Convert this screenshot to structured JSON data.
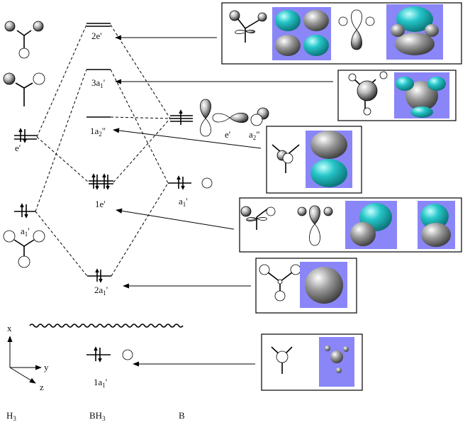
{
  "columns": {
    "left": "H",
    "left_sub": "3",
    "middle_prefix": "BH",
    "middle_sub": "3",
    "right": "B"
  },
  "levels": {
    "e2": {
      "num": "2e'"
    },
    "a3": {
      "num": "3a",
      "sub": "1",
      "prime": "'"
    },
    "a2pp": {
      "num": "1a",
      "sub": "2",
      "prime": "\""
    },
    "e1": {
      "num": "1e'"
    },
    "a2": {
      "num": "2a",
      "sub": "1",
      "prime": "'"
    },
    "a1": {
      "num": "1a",
      "sub": "1",
      "prime": "'"
    }
  },
  "h3_levels": {
    "e": "e'",
    "a": "a",
    "a_sub": "1",
    "a_prime": "'"
  },
  "b_levels": {
    "e": "e'",
    "a2": "a",
    "a2_sub": "2",
    "a2_prime": "\"",
    "a1": "a",
    "a1_sub": "1",
    "a1_prime": "'"
  },
  "axes": {
    "x": "x",
    "y": "y",
    "z": "z"
  },
  "colors": {
    "mo_background": "#8a86f7",
    "lobe_cyan": "#22c7c9",
    "lobe_gray": "#8c8c8c"
  }
}
